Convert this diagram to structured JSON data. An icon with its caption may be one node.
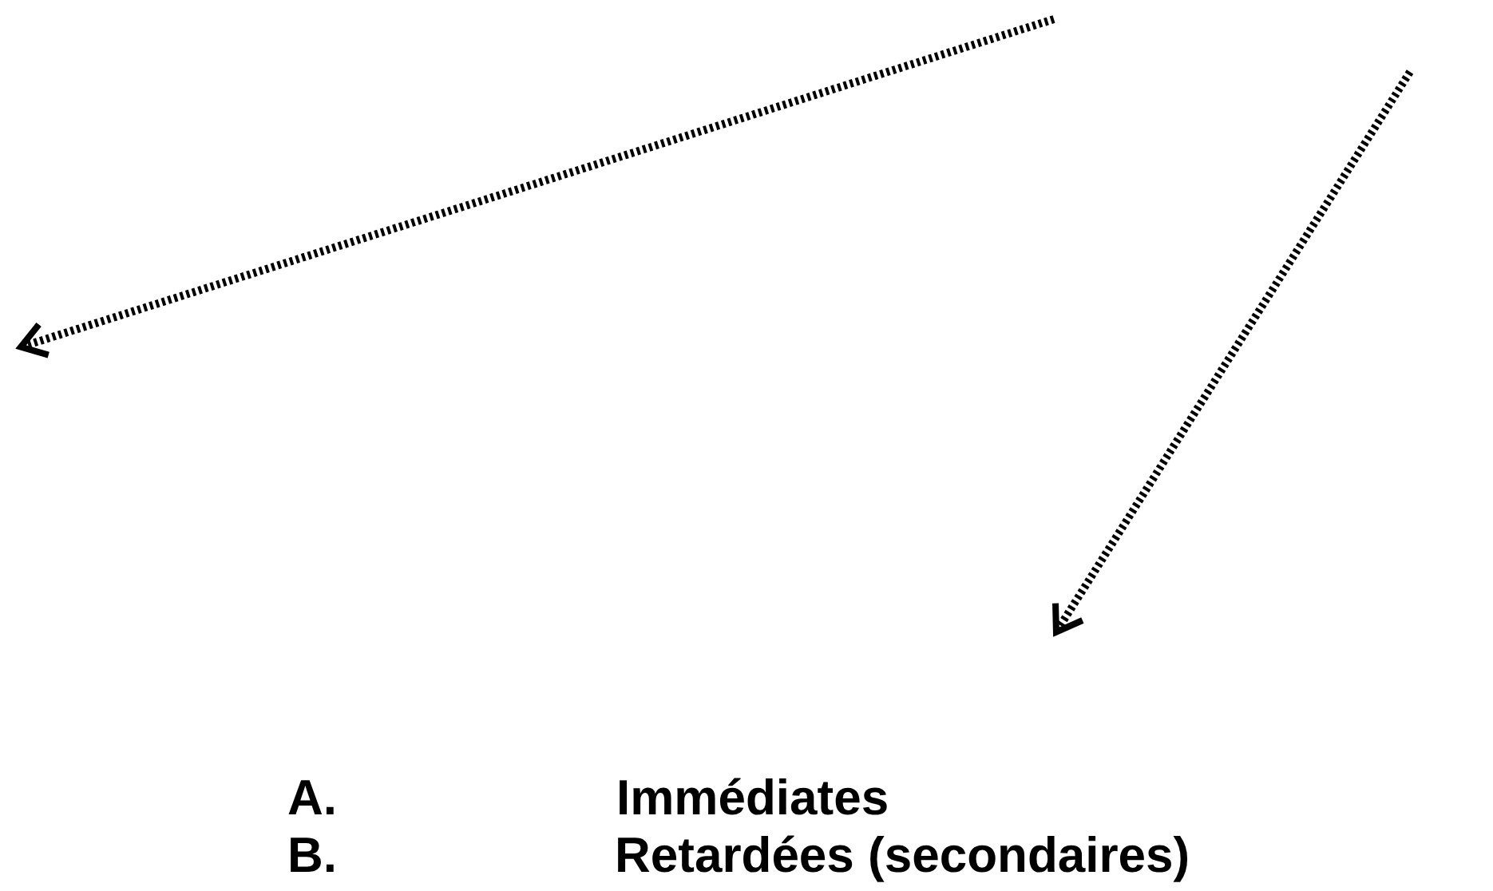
{
  "diagram": {
    "labels": [
      "A.",
      "Immédiates",
      "B.",
      "Retardées (secondaires)"
    ]
  }
}
